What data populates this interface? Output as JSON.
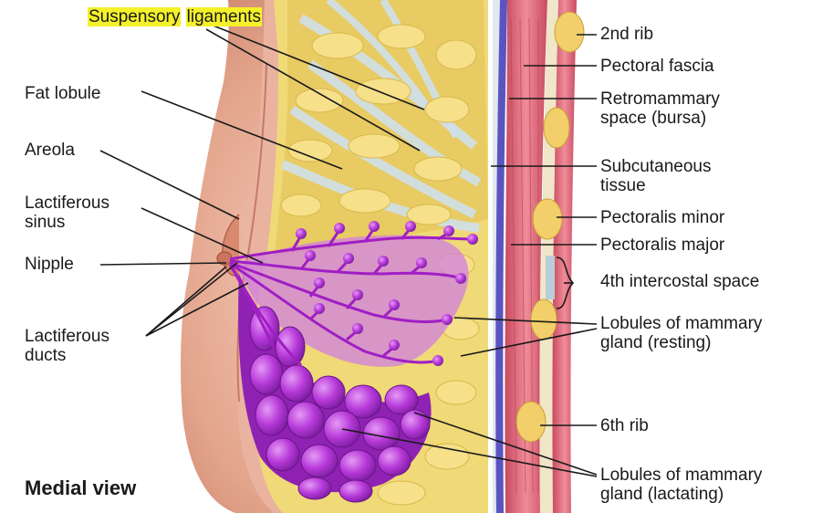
{
  "labels": {
    "suspensory": [
      "Suspensory",
      "ligaments"
    ],
    "fat_lobule": "Fat lobule",
    "areola": "Areola",
    "lactiferous_sinus": [
      "Lactiferous",
      "sinus"
    ],
    "nipple": "Nipple",
    "lactiferous_ducts": [
      "Lactiferous",
      "ducts"
    ],
    "view": "Medial view",
    "rib2": "2nd rib",
    "pectoral_fascia": "Pectoral fascia",
    "retromammary": [
      "Retromammary",
      "space (bursa)"
    ],
    "subcutaneous": [
      "Subcutaneous",
      "tissue"
    ],
    "pec_minor": "Pectoralis minor",
    "pec_major": "Pectoralis major",
    "intercostal": "4th intercostal space",
    "lobules_resting": [
      "Lobules of mammary",
      "gland (resting)"
    ],
    "rib6": "6th rib",
    "lobules_lactating": [
      "Lobules of mammary",
      "gland (lactating)"
    ]
  },
  "colors": {
    "highlight": "#f4f12a",
    "skin": "#e3a48c",
    "fat": "#f0d977",
    "gland": "#b73ad9",
    "muscle": "#d9677a",
    "fascia": "#6a64c8"
  }
}
